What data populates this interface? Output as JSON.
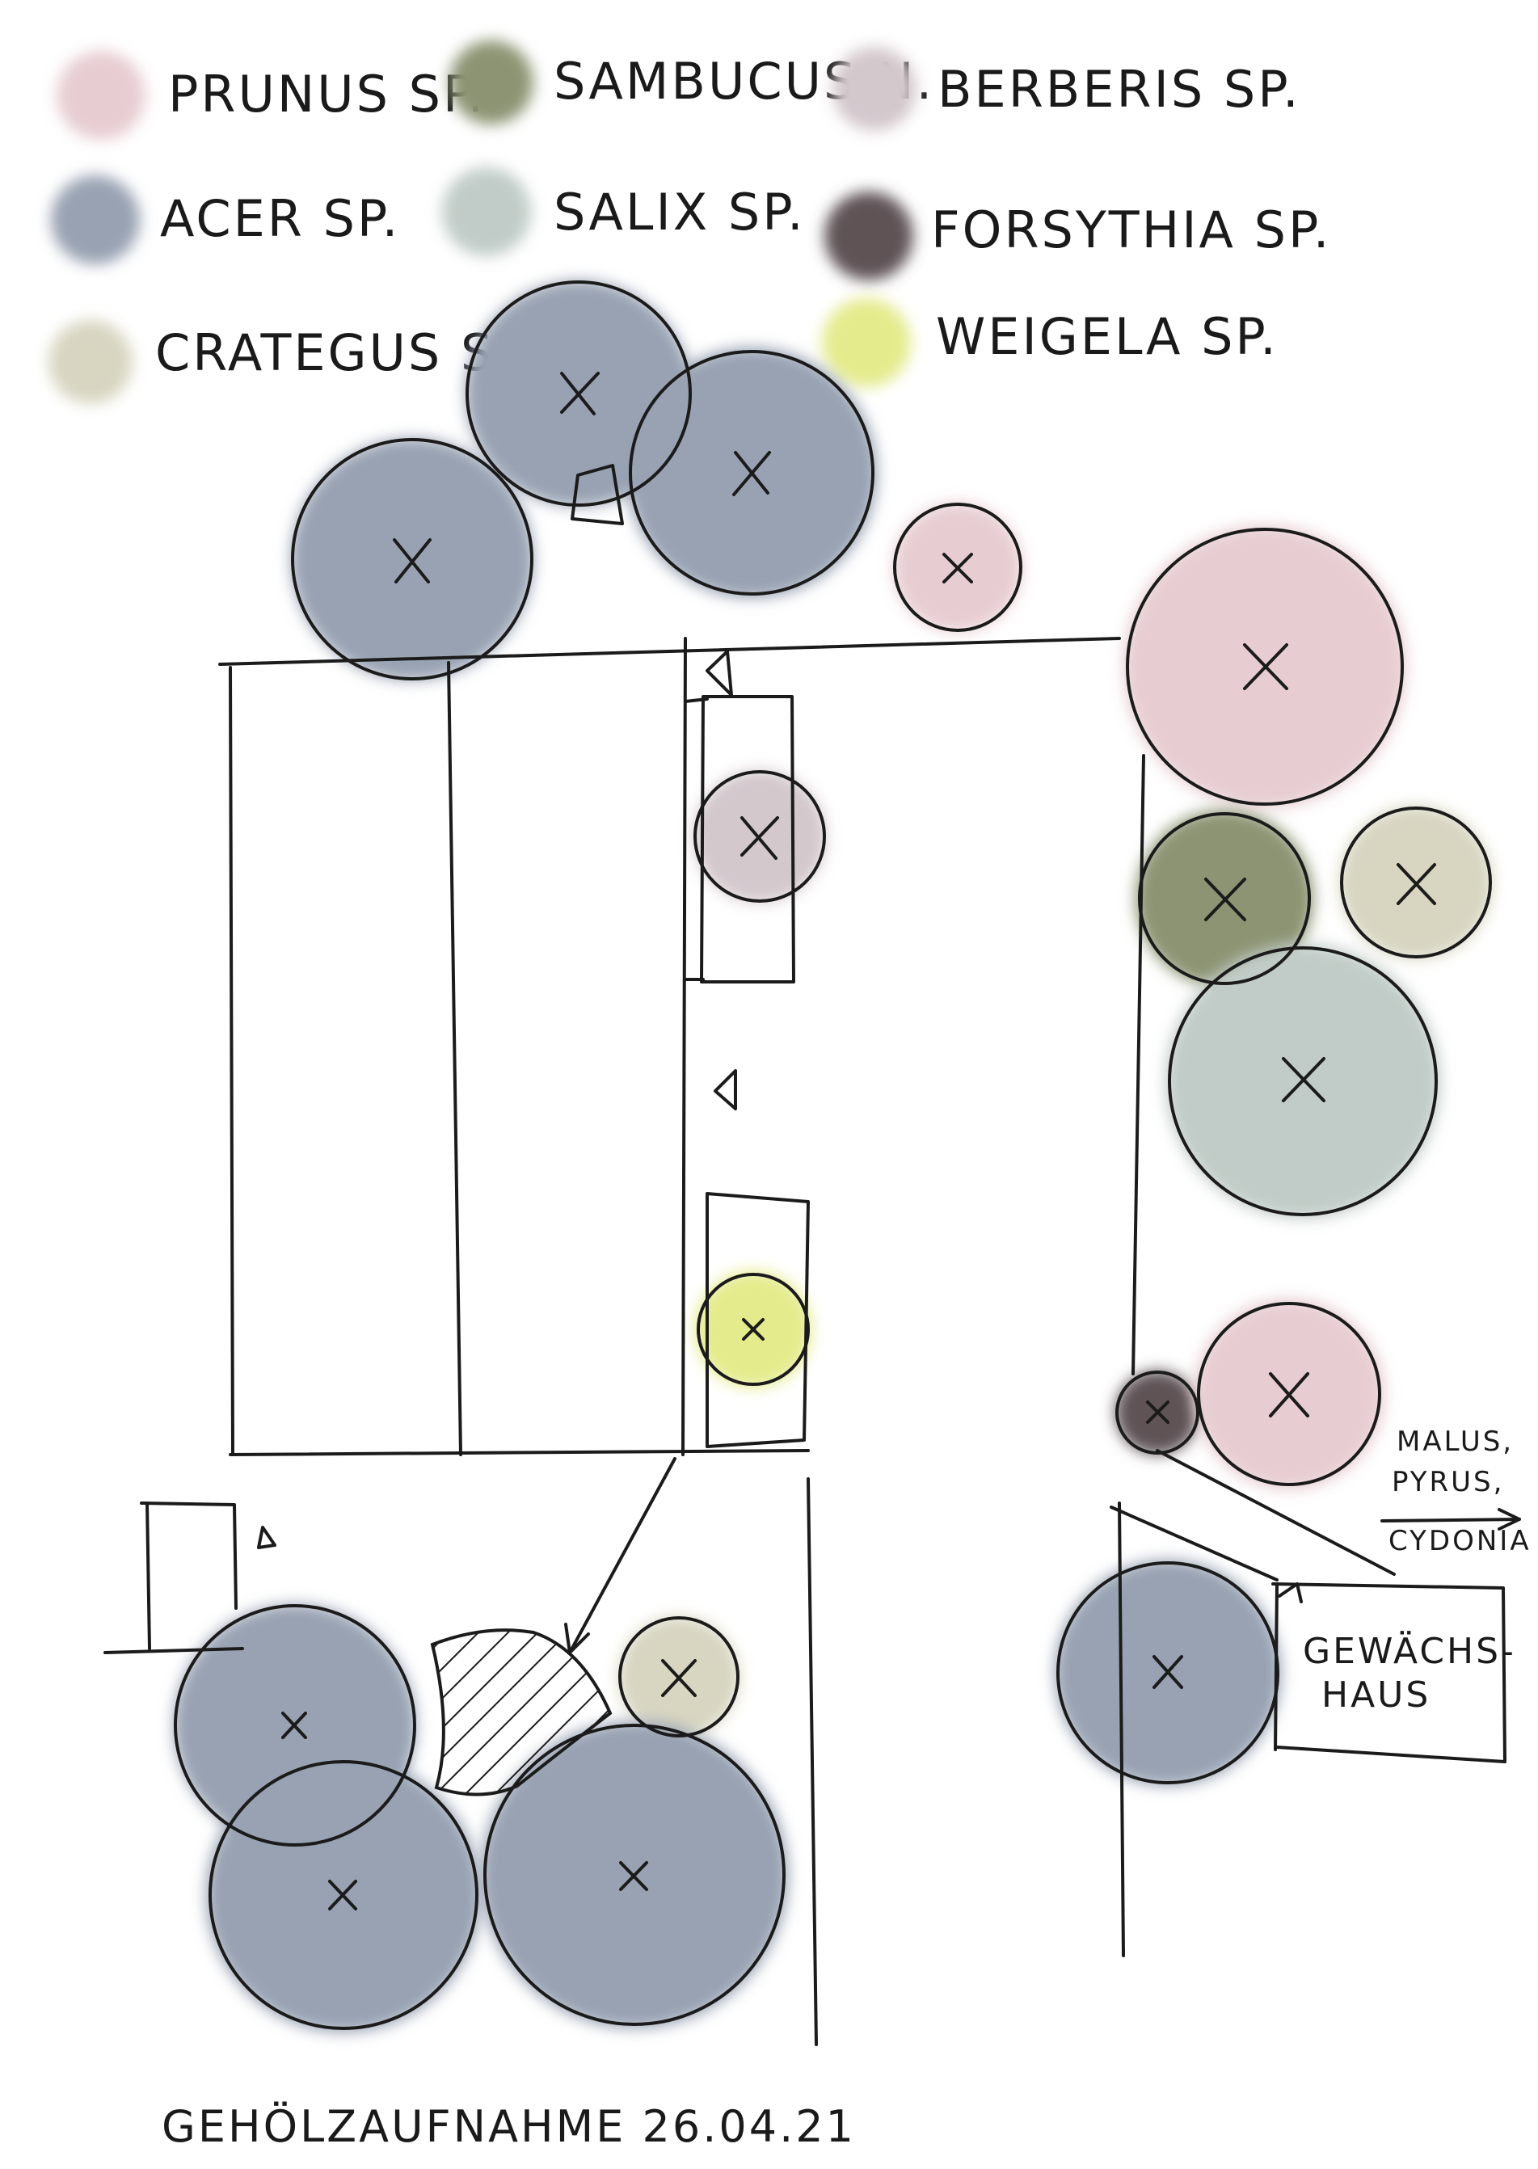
{
  "legend": [
    {
      "key": "prunus",
      "label": "PRUNUS SP.",
      "color": "#e7cdd2"
    },
    {
      "key": "sambucus",
      "label": "SAMBUCUS N.",
      "color": "#8c9473"
    },
    {
      "key": "berberis",
      "label": "BERBERIS SP.",
      "color": "#d3c8cc"
    },
    {
      "key": "acer",
      "label": "ACER SP.",
      "color": "#98a2b2"
    },
    {
      "key": "salix",
      "label": "SALIX SP.",
      "color": "#c1ccc8"
    },
    {
      "key": "forsythia",
      "label": "FORSYTHIA SP.",
      "color": "#5e5256"
    },
    {
      "key": "crataegus",
      "label": "CRATEGUS SP.",
      "color": "#d8d6c1"
    },
    {
      "key": "weigela",
      "label": "WEIGELA SP.",
      "color": "#e4eb8c"
    }
  ],
  "annotations": {
    "neighbor_trees_1": "MALUS,",
    "neighbor_trees_2": "PYRUS,",
    "neighbor_trees_3": "CYDONIA",
    "greenhouse_1": "GEWÄCHS-",
    "greenhouse_2": "HAUS",
    "title": "GEHÖLZAUFNAHME 26.04.21"
  },
  "trees": [
    {
      "species": "acer"
    },
    {
      "species": "acer"
    },
    {
      "species": "acer"
    },
    {
      "species": "prunus"
    },
    {
      "species": "prunus"
    },
    {
      "species": "berberis"
    },
    {
      "species": "sambucus"
    },
    {
      "species": "crataegus"
    },
    {
      "species": "salix"
    },
    {
      "species": "weigela"
    },
    {
      "species": "forsythia"
    },
    {
      "species": "prunus"
    },
    {
      "species": "acer"
    },
    {
      "species": "crataegus"
    },
    {
      "species": "acer"
    },
    {
      "species": "acer"
    },
    {
      "species": "acer"
    }
  ]
}
